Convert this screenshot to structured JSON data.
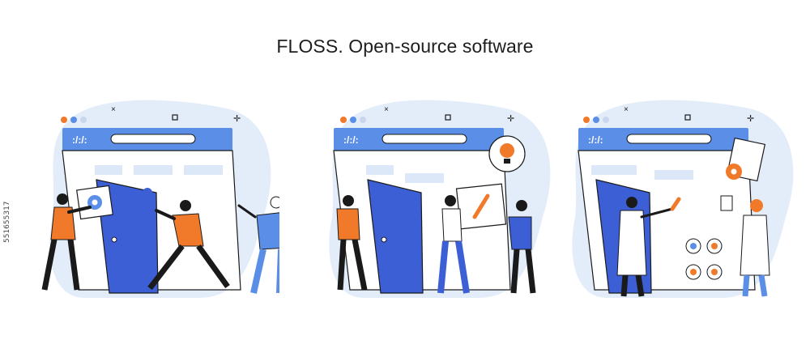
{
  "title": "FLOSS. Open-source software",
  "stock_id": "551655317",
  "watermark": "",
  "colors": {
    "browser_blue": "#5b8ee6",
    "door_blue": "#3d5fd6",
    "light_blue": "#dce8f8",
    "orange": "#f07a2a",
    "ink": "#1a1a1a"
  },
  "panels": [
    {
      "name": "browser-panel-1",
      "icon": "browser-window-icon",
      "symbol": ":/:/:"
    },
    {
      "name": "browser-panel-2",
      "icon": "browser-window-icon",
      "symbol": ":/:/:"
    },
    {
      "name": "browser-panel-3",
      "icon": "browser-window-icon",
      "symbol": ":/:/:"
    }
  ]
}
